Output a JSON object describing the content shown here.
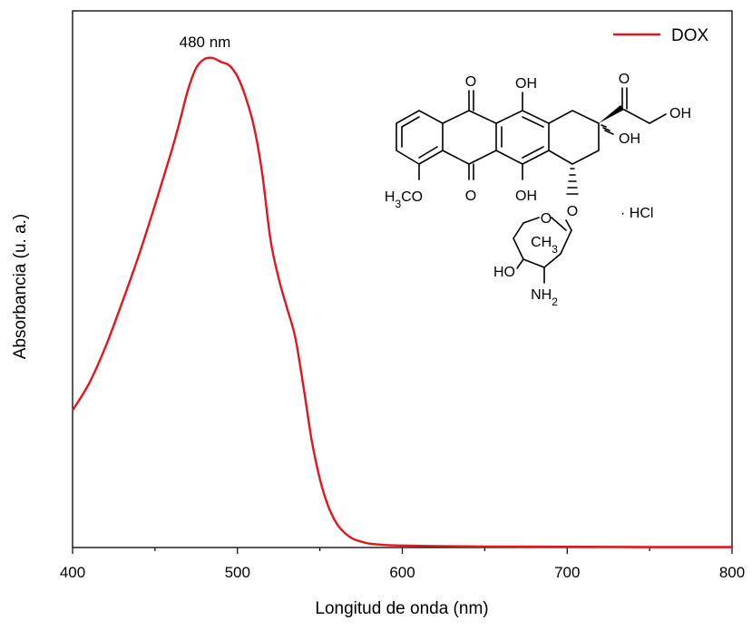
{
  "chart_data": {
    "type": "line",
    "xlabel": "Longitud de onda (nm)",
    "ylabel": "Absorbancia (u. a.)",
    "xlim": [
      400,
      800
    ],
    "ylim": [
      0,
      1
    ],
    "x_ticks": [
      400,
      500,
      600,
      700,
      800
    ],
    "x_tick_labels": [
      "400",
      "500",
      "600",
      "700",
      "800"
    ],
    "y_tick_labels_shown": false,
    "grid": false,
    "legend": {
      "placement": "top-right",
      "entries": [
        "DOX"
      ]
    },
    "series": [
      {
        "name": "DOX",
        "color": "#e8141c",
        "x": [
          400,
          410,
          420,
          430,
          440,
          450,
          460,
          465,
          470,
          475,
          480,
          485,
          490,
          495,
          500,
          505,
          510,
          515,
          520,
          525,
          530,
          535,
          540,
          545,
          550,
          555,
          560,
          565,
          570,
          575,
          580,
          590,
          600,
          620,
          650,
          700,
          750,
          800
        ],
        "y": [
          0.28,
          0.335,
          0.41,
          0.5,
          0.595,
          0.7,
          0.81,
          0.87,
          0.935,
          0.98,
          0.998,
          1.0,
          0.992,
          0.985,
          0.962,
          0.92,
          0.86,
          0.765,
          0.63,
          0.55,
          0.49,
          0.43,
          0.33,
          0.22,
          0.14,
          0.085,
          0.05,
          0.03,
          0.018,
          0.012,
          0.008,
          0.005,
          0.004,
          0.003,
          0.002,
          0.0015,
          0.001,
          0.001
        ]
      }
    ],
    "annotations": [
      {
        "text": "480 nm",
        "x": 480,
        "y": 1.0
      }
    ]
  },
  "inset_structure": {
    "icon": "doxorubicin-hydrochloride-structure",
    "labels": {
      "o_top_left": "O",
      "oh_top": "OH",
      "o_ketone": "O",
      "oh_chain": "OH",
      "oh_ring": "OH",
      "methoxy": "H3CO",
      "o_bottom": "O",
      "oh_bottom": "OH",
      "o_glycoside": "O",
      "hcl": "· HCl",
      "o_sugar": "O",
      "ch3": "CH3",
      "ho_sugar": "HO",
      "nh2": "NH2"
    }
  }
}
